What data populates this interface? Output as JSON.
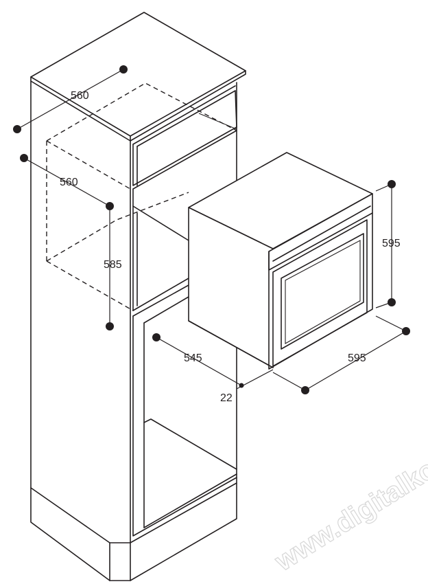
{
  "dimensions": {
    "niche_width_top": "560",
    "niche_width_side": "560",
    "niche_height": "585",
    "depth": "545",
    "front_offset": "22",
    "oven_height": "595",
    "oven_width": "595"
  },
  "watermark": "www.digitalko.hu",
  "colors": {
    "line": "#231f20",
    "background": "#ffffff",
    "watermark": "#d9d9d9"
  }
}
